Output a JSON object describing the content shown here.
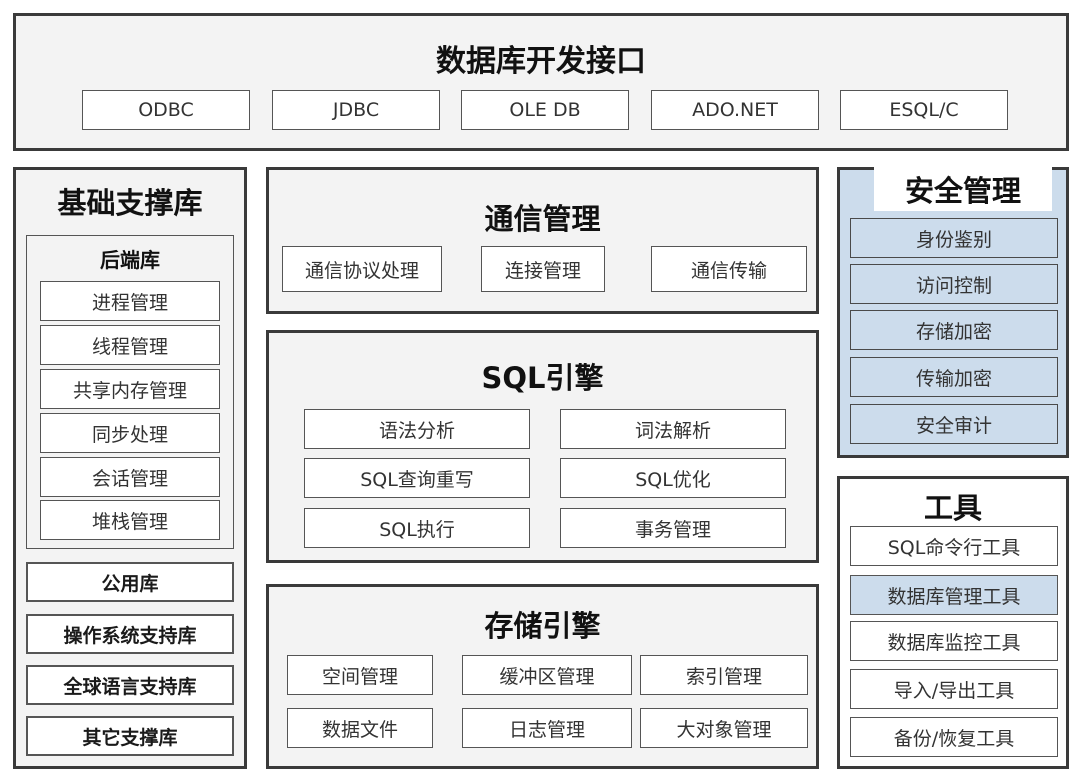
{
  "api": {
    "title": "数据库开发接口",
    "items": [
      "ODBC",
      "JDBC",
      "OLE DB",
      "ADO.NET",
      "ESQL/C"
    ]
  },
  "base": {
    "title": "基础支撑库",
    "backend": {
      "title": "后端库",
      "items": [
        "进程管理",
        "线程管理",
        "共享内存管理",
        "同步处理",
        "会话管理",
        "堆栈管理"
      ]
    },
    "libs": [
      "公用库",
      "操作系统支持库",
      "全球语言支持库",
      "其它支撑库"
    ]
  },
  "comm": {
    "title": "通信管理",
    "items": [
      "通信协议处理",
      "连接管理",
      "通信传输"
    ]
  },
  "sql": {
    "title": "SQL引擎",
    "items": [
      "语法分析",
      "词法解析",
      "SQL查询重写",
      "SQL优化",
      "SQL执行",
      "事务管理"
    ]
  },
  "storage": {
    "title": "存储引擎",
    "items": [
      "空间管理",
      "缓冲区管理",
      "索引管理",
      "数据文件",
      "日志管理",
      "大对象管理"
    ]
  },
  "security": {
    "title": "安全管理",
    "items": [
      "身份鉴别",
      "访问控制",
      "存储加密",
      "传输加密",
      "安全审计"
    ]
  },
  "tools": {
    "title": "工具",
    "items": [
      "SQL命令行工具",
      "数据库管理工具",
      "数据库监控工具",
      "导入/导出工具",
      "备份/恢复工具"
    ]
  },
  "colors": {
    "panel_bg": "#f3f3f3",
    "security_bg": "#ccdcec",
    "border": "#3a3a3a"
  }
}
